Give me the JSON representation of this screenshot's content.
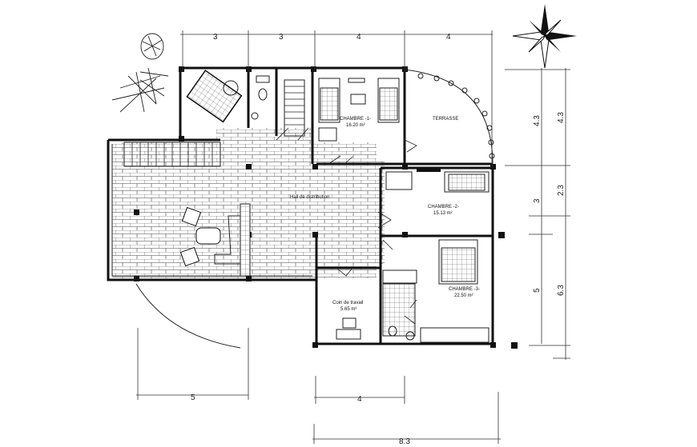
{
  "rooms": {
    "chambre1_name": "CHAMBRE -1-",
    "chambre1_area": "16.20 m²",
    "terrasse": "TERRASSE",
    "hall": "Hall de distribution",
    "chambre2_name": "CHAMBRE -2-",
    "chambre2_area": "15.13 m²",
    "chambre3_name": "CHAMBRE -3-",
    "chambre3_area": "22.50 m²",
    "travail_name": "Coin de travail",
    "travail_area": "5.65 m²"
  },
  "dims": {
    "top": [
      "3",
      "3",
      "4",
      "4"
    ],
    "right_inner": [
      "4.3",
      "3",
      "5"
    ],
    "right_outer": [
      "4.3",
      "2.3",
      "6.3"
    ],
    "bottom": [
      "5",
      "4",
      "8.3"
    ]
  },
  "icons": {
    "compass": "compass-rose-icon",
    "plants": "plant-icon"
  }
}
